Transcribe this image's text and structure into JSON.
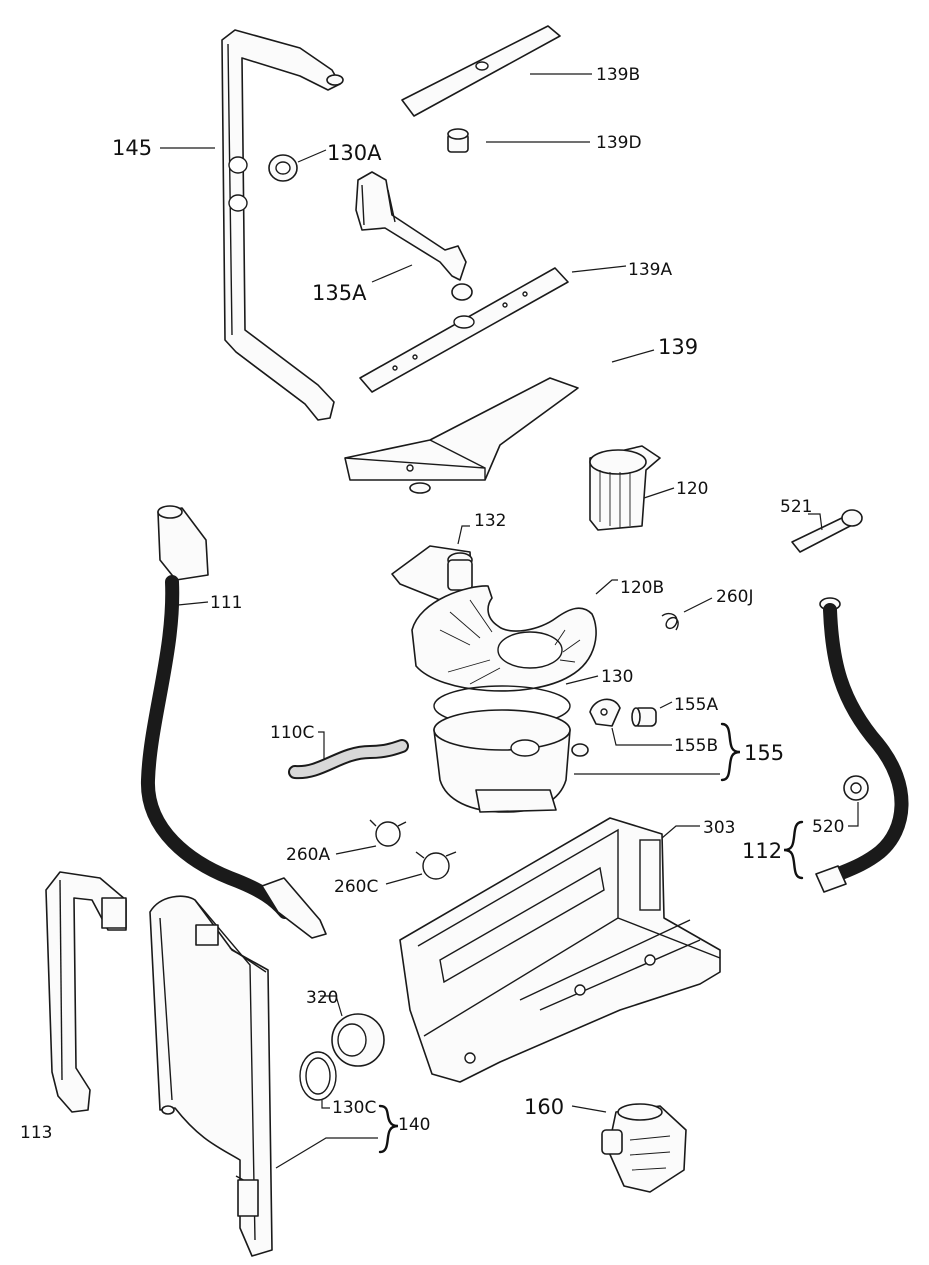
{
  "labels": {
    "p145": "145",
    "p130A": "130A",
    "p139B": "139B",
    "p139D": "139D",
    "p135A": "135A",
    "p139A": "139A",
    "p139": "139",
    "p120": "120",
    "p521": "521",
    "p132": "132",
    "p111": "111",
    "p120B": "120B",
    "p260J": "260J",
    "p130": "130",
    "p155A": "155A",
    "p155B": "155B",
    "p155": "155",
    "p110C": "110C",
    "p520": "520",
    "p303": "303",
    "p112": "112",
    "p260A": "260A",
    "p260C": "260C",
    "p320": "320",
    "p130C": "130C",
    "p140": "140",
    "p113": "113",
    "p160": "160"
  }
}
